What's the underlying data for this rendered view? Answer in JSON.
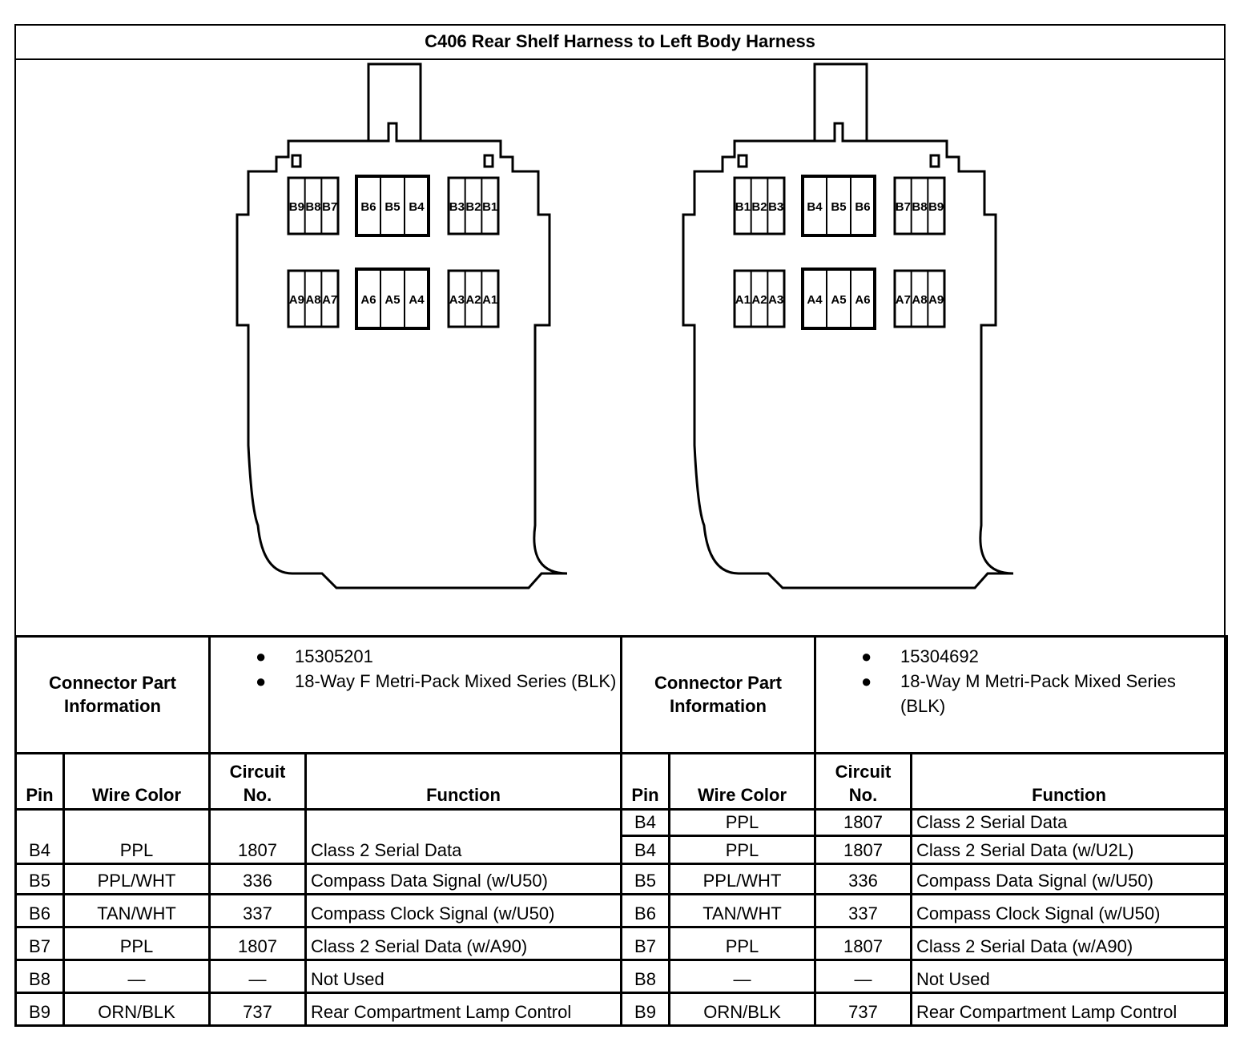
{
  "title": "C406 Rear Shelf Harness to Left Body Harness",
  "connectors": [
    {
      "pin_rows": [
        [
          "B9",
          "B8",
          "B7",
          "B6",
          "B5",
          "B4",
          "B3",
          "B2",
          "B1"
        ],
        [
          "A9",
          "A8",
          "A7",
          "A6",
          "A5",
          "A4",
          "A3",
          "A2",
          "A1"
        ]
      ]
    },
    {
      "pin_rows": [
        [
          "B1",
          "B2",
          "B3",
          "B4",
          "B5",
          "B6",
          "B7",
          "B8",
          "B9"
        ],
        [
          "A1",
          "A2",
          "A3",
          "A4",
          "A5",
          "A6",
          "A7",
          "A8",
          "A9"
        ]
      ]
    }
  ],
  "left": {
    "info_label": "Connector Part Information",
    "info_items": [
      "15305201",
      "18-Way F Metri-Pack Mixed Series (BLK)"
    ],
    "headers": {
      "pin": "Pin",
      "wire_color": "Wire Color",
      "circuit": "Circuit No.",
      "function": "Function"
    },
    "rows": [
      {
        "pin": "B4",
        "wire": "PPL",
        "circuit": "1807",
        "function": "Class 2 Serial Data"
      },
      {
        "pin": "B5",
        "wire": "PPL/WHT",
        "circuit": "336",
        "function": "Compass Data Signal (w/U50)"
      },
      {
        "pin": "B6",
        "wire": "TAN/WHT",
        "circuit": "337",
        "function": "Compass Clock Signal (w/U50)"
      },
      {
        "pin": "B7",
        "wire": "PPL",
        "circuit": "1807",
        "function": "Class 2 Serial Data (w/A90)"
      },
      {
        "pin": "B8",
        "wire": "—",
        "circuit": "—",
        "function": "Not Used"
      },
      {
        "pin": "B9",
        "wire": "ORN/BLK",
        "circuit": "737",
        "function": "Rear Compartment Lamp Control"
      }
    ]
  },
  "right": {
    "info_label": "Connector Part Information",
    "info_items": [
      "15304692",
      "18-Way M Metri-Pack Mixed Series (BLK)"
    ],
    "headers": {
      "pin": "Pin",
      "wire_color": "Wire Color",
      "circuit": "Circuit No.",
      "function": "Function"
    },
    "rows": [
      {
        "pin": "B4",
        "wire": "PPL",
        "circuit": "1807",
        "function": "Class 2 Serial Data"
      },
      {
        "pin": "B4",
        "wire": "PPL",
        "circuit": "1807",
        "function": "Class 2 Serial Data (w/U2L)"
      },
      {
        "pin": "B5",
        "wire": "PPL/WHT",
        "circuit": "336",
        "function": "Compass Data Signal (w/U50)"
      },
      {
        "pin": "B6",
        "wire": "TAN/WHT",
        "circuit": "337",
        "function": "Compass Clock Signal (w/U50)"
      },
      {
        "pin": "B7",
        "wire": "PPL",
        "circuit": "1807",
        "function": "Class 2 Serial Data (w/A90)"
      },
      {
        "pin": "B8",
        "wire": "—",
        "circuit": "—",
        "function": "Not Used"
      },
      {
        "pin": "B9",
        "wire": "ORN/BLK",
        "circuit": "737",
        "function": "Rear Compartment Lamp Control"
      }
    ]
  }
}
